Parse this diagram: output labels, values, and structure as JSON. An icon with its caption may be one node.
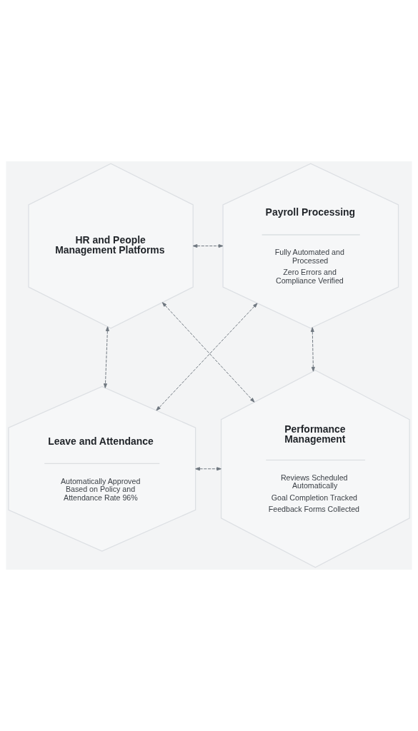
{
  "diagram": {
    "nodes": [
      {
        "text": [
          "HR and People Management Platforms"
        ]
      },
      {
        "text": [
          "Payroll Processing",
          "Fully Automated and Processed",
          "Zero Errors and Compliance Verified"
        ]
      },
      {
        "text": [
          "Leave and Attendance",
          "Automatically Approved Based on Policy and Attendance Rate 96%"
        ]
      },
      {
        "text": [
          "Performance Management",
          "Reviews Scheduled Automatically",
          "Goal Completion Tracked",
          "Feedback Forms Collected"
        ]
      }
    ],
    "edges": [
      {
        "from": 0,
        "to": 1,
        "arrow": "both",
        "style": "dashed"
      },
      {
        "from": 0,
        "to": 3,
        "arrow": "both",
        "style": "dashed"
      },
      {
        "from": 1,
        "to": 2,
        "arrow": "both",
        "style": "dashed"
      },
      {
        "from": 0,
        "to": 2,
        "arrow": "both",
        "style": "dashed"
      },
      {
        "from": 1,
        "to": 3,
        "arrow": "both",
        "style": "dashed"
      },
      {
        "from": 2,
        "to": 3,
        "arrow": "both",
        "style": "dashed"
      }
    ]
  }
}
